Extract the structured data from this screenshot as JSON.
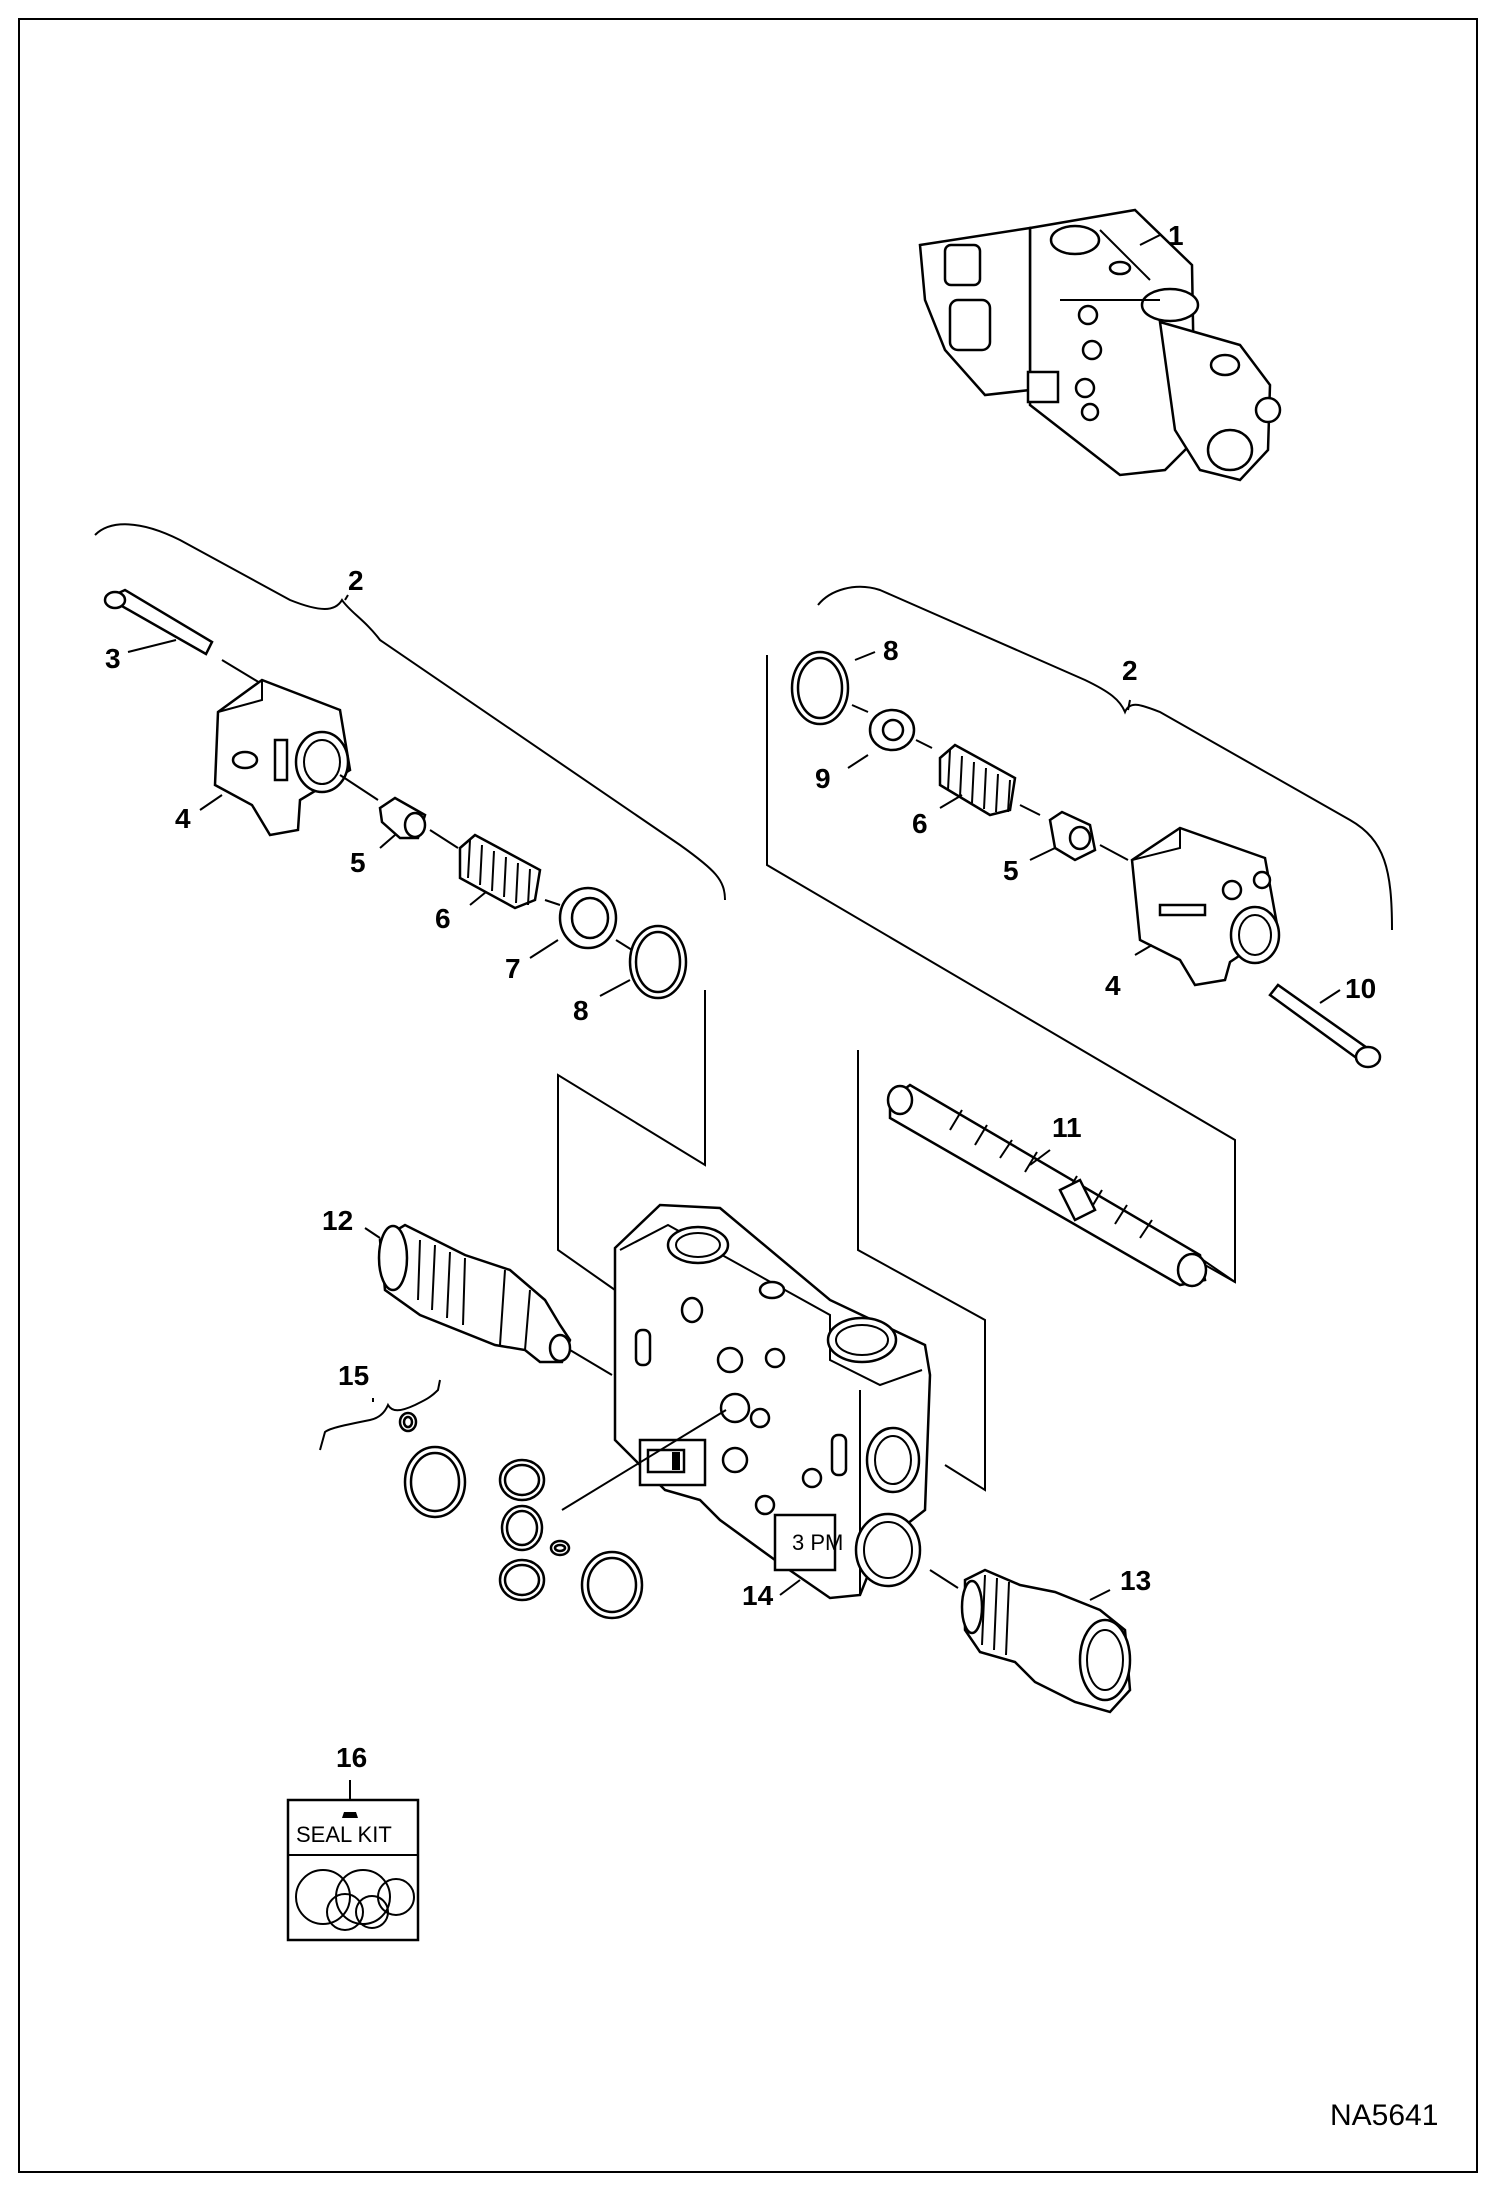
{
  "callouts": {
    "c1": "1",
    "c2a": "2",
    "c2b": "2",
    "c3": "3",
    "c4a": "4",
    "c4b": "4",
    "c5a": "5",
    "c5b": "5",
    "c6a": "6",
    "c6b": "6",
    "c7": "7",
    "c8a": "8",
    "c8b": "8",
    "c9": "9",
    "c10": "10",
    "c11": "11",
    "c12": "12",
    "c13": "13",
    "c14": "14",
    "c15": "15",
    "c16": "16"
  },
  "seal_kit_label": "SEAL KIT",
  "block_marking": "3 PM",
  "drawing_ref": "NA5641"
}
